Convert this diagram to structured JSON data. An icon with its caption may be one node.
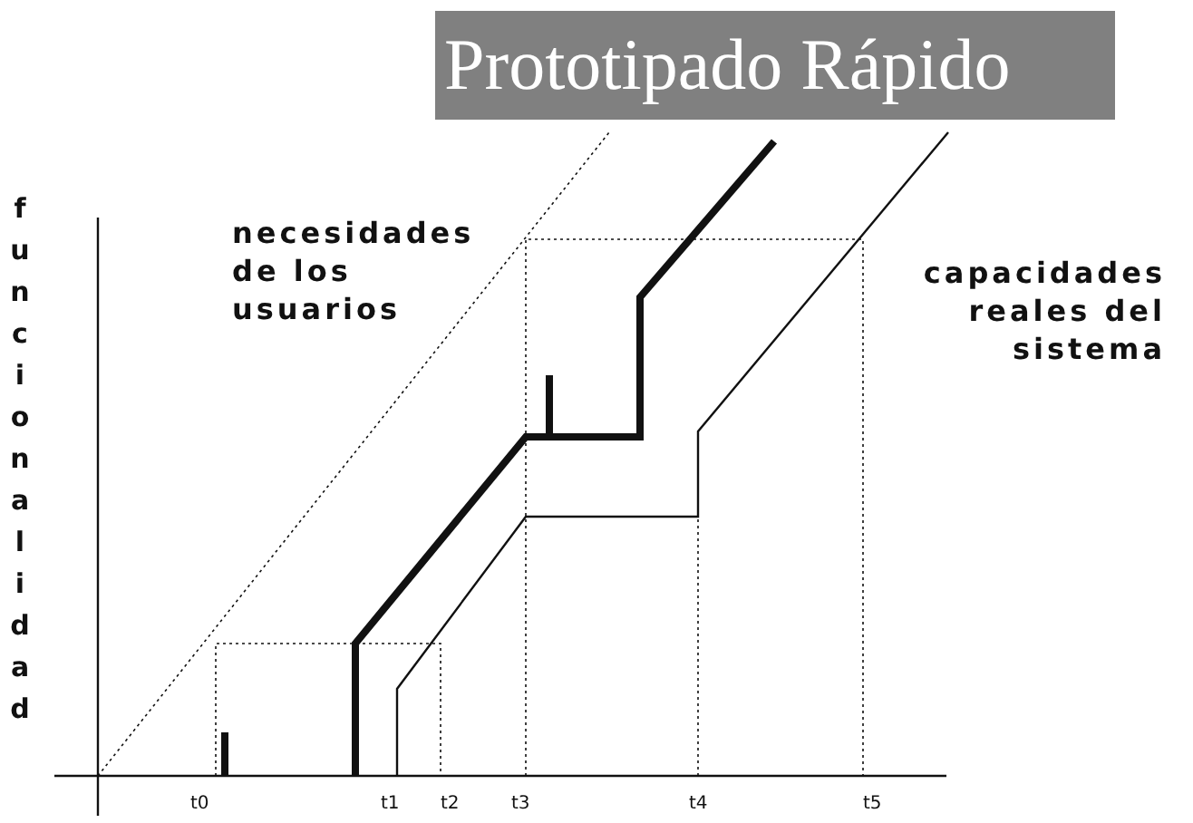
{
  "diagram": {
    "title": "Prototipado Rápido",
    "labels": [
      "funcionalidad",
      "necesidades de los usuarios",
      "capacidades reales del sistema",
      "t0",
      "t1",
      "t2",
      "t3",
      "t4",
      "t5"
    ]
  }
}
